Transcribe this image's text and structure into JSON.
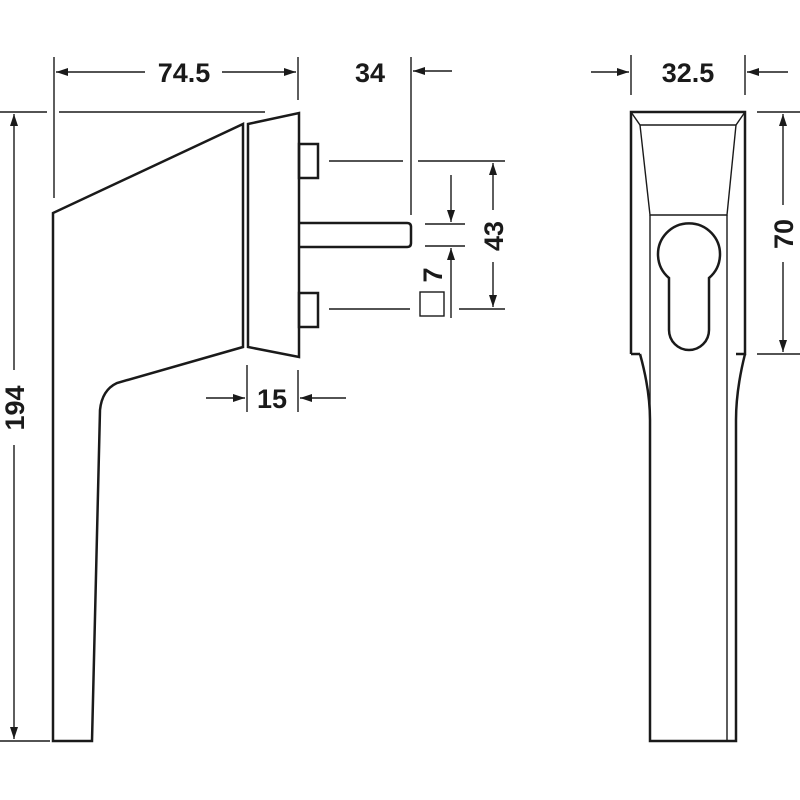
{
  "title": "Window handle technical drawing",
  "dimensions": {
    "width_side": "74.5",
    "spindle_length": "34",
    "height_total": "194",
    "pin_spacing": "43",
    "spindle_square": "7",
    "rosette_depth": "15",
    "front_width": "32.5",
    "rosette_height": "70"
  },
  "colors": {
    "line": "#1a1a1a",
    "background": "#ffffff"
  }
}
